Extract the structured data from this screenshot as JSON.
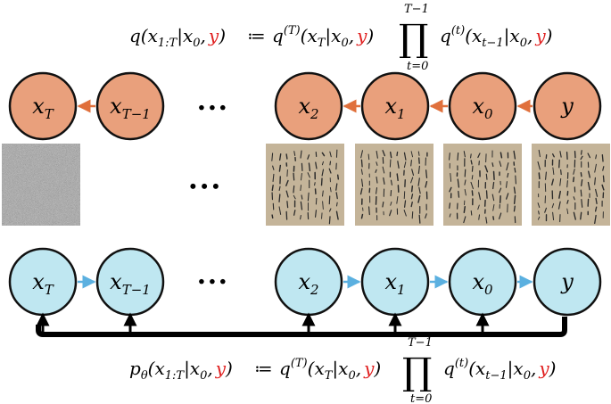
{
  "top_formula": {
    "lhs": "q(x",
    "lhs_sub": "1:T",
    "lhs_rest": "|x",
    "lhs_rest_sub": "0",
    "comma": ",",
    "y": "y",
    "close": ")",
    "assign": "≔",
    "term1": "q",
    "term1_sup": "(T)",
    "term1_args": "(x",
    "term1_args_sub": "T",
    "term1_args_rest": "|x",
    "term1_args_rest_sub": "0",
    "prod": "∏",
    "prod_upper": "T−1",
    "prod_lower": "t=0",
    "term2": "q",
    "term2_sup": "(t)",
    "term2_args": "(x",
    "term2_args_sub": "t−1",
    "term2_args_rest": "|x"
  },
  "bottom_formula": {
    "lhs": "p",
    "lhs_sub": "θ",
    "lhs_args": "(x",
    "lhs_args_sub": "1:T",
    "lhs_args_rest": "|x",
    "lhs_args_rest_sub": "0",
    "comma": ",",
    "y": "y",
    "close": ")",
    "assign": "≔",
    "term1": "q",
    "term1_sup": "(T)",
    "prod": "∏",
    "prod_upper": "T−1",
    "prod_lower": "t=0",
    "term2": "q",
    "term2_sup": "(t)"
  },
  "ellipsis": "⋅⋅⋅",
  "forward_nodes": [
    {
      "label": "x",
      "sub": "T"
    },
    {
      "label": "x",
      "sub": "T−1"
    },
    {
      "label": "x",
      "sub": "2"
    },
    {
      "label": "x",
      "sub": "1"
    },
    {
      "label": "x",
      "sub": "0"
    },
    {
      "label": "y",
      "sub": ""
    }
  ],
  "reverse_nodes": [
    {
      "label": "x",
      "sub": "T"
    },
    {
      "label": "x",
      "sub": "T−1"
    },
    {
      "label": "x",
      "sub": "2"
    },
    {
      "label": "x",
      "sub": "1"
    },
    {
      "label": "x",
      "sub": "0"
    },
    {
      "label": "y",
      "sub": ""
    }
  ],
  "colors": {
    "forward_fill": "#e9a07c",
    "reverse_fill": "#bfe7f1",
    "forward_arrow": "#e0703c",
    "reverse_arrow": "#5bb0e0",
    "red": "#e02020",
    "paper": "#c4b499",
    "noise": "#5b5b5b"
  }
}
